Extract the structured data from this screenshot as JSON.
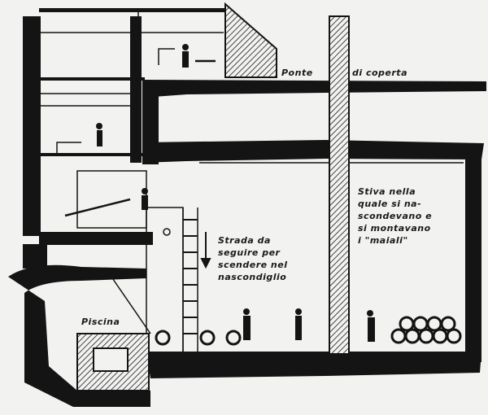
{
  "labels": {
    "deck_word1": "Ponte",
    "deck_word2": "di coperta",
    "hold": [
      "Stiva nella",
      "quale si na-",
      "scondevano e",
      "si montavano",
      "i \"maiali\""
    ],
    "route": [
      "Strada da",
      "seguire per",
      "scendere nel",
      "nascondiglio"
    ],
    "pool": "Piscina"
  },
  "colors": {
    "ink": "#141414",
    "paper": "#f2f2f0",
    "hatch": "#555555"
  }
}
